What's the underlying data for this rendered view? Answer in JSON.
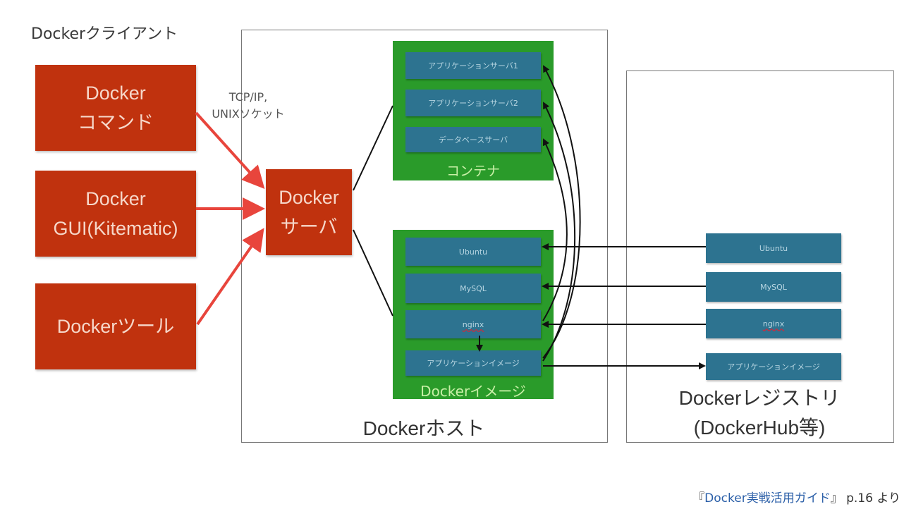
{
  "client": {
    "title": "Dockerクライアント",
    "boxes": [
      {
        "label": "Docker\nコマンド"
      },
      {
        "label": "Docker\nGUI(Kitematic)"
      },
      {
        "label": "Dockerツール"
      }
    ],
    "protocol_label": "TCP/IP,\nUNIXソケット"
  },
  "host": {
    "label": "Dockerホスト",
    "server": {
      "label": "Docker\nサーバ"
    },
    "containers": {
      "label": "コンテナ",
      "items": [
        "アプリケーションサーバ1",
        "アプリケーションサーバ2",
        "データベースサーバ"
      ]
    },
    "images": {
      "label": "Dockerイメージ",
      "items": [
        "Ubuntu",
        "MySQL",
        "nginx",
        "アプリケーションイメージ"
      ]
    }
  },
  "registry": {
    "label_line1": "Dockerレジストリ",
    "label_line2": "(DockerHub等)",
    "items": [
      "Ubuntu",
      "MySQL",
      "nginx",
      "アプリケーションイメージ"
    ]
  },
  "citation": {
    "open_bracket": "『",
    "book_title": "Docker実戦活用ガイド",
    "close_bracket": "』",
    "suffix": " p.16 より"
  },
  "colors": {
    "client_red": "#c0320e",
    "arrow_red": "#e8453c",
    "container_green": "#2a9b2a",
    "item_blue": "#2d7390",
    "citation_link": "#2b5fa8"
  }
}
